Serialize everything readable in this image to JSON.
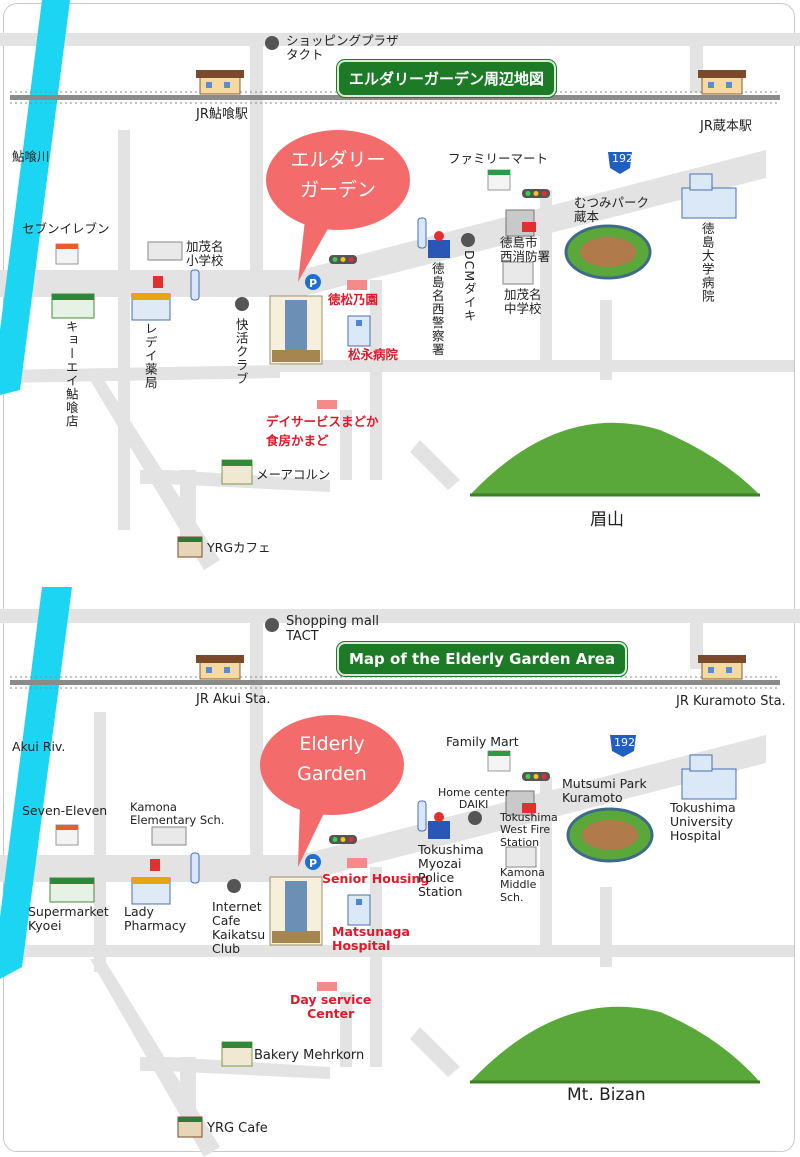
{
  "colors": {
    "road": "#e3e3e3",
    "river": "#1cd5f2",
    "banner": "#1d7a26",
    "bubble": "#f36b6b",
    "accent_red": "#e0182a",
    "hill": "#5aa83a",
    "rail": "#8a8a8a"
  },
  "jp": {
    "title": "エルダリーガーデン周辺地図",
    "bubble": [
      "エルダリー",
      "ガーデン"
    ],
    "tact": [
      "ショッピングプラザ",
      "タクト"
    ],
    "jr_akui": "JR鮎喰駅",
    "jr_kuramoto": "JR蔵本駅",
    "river": "鮎喰川",
    "seven": "セブンイレブン",
    "family": "ファミリーマート",
    "kamona_es": [
      "加茂名",
      "小学校"
    ],
    "kyoei": "キョーエイ鮎喰店",
    "lady": "レデイ薬局",
    "kaikatsu": "快活クラブ",
    "senior": "徳松乃園",
    "hospital": "松永病院",
    "police": "徳島名西警察署",
    "daiki": "DCMダイキ",
    "fire": [
      "徳島市",
      "西消防署"
    ],
    "kamona_ms": [
      "加茂名",
      "中学校"
    ],
    "park": [
      "むつみパーク",
      "蔵本"
    ],
    "univ": "徳島大学病院",
    "day": [
      "デイサービスまどか",
      "食房かまど"
    ],
    "bakery": "メーアコルン",
    "yrg": "YRGカフェ",
    "mt": "眉山",
    "route": "192"
  },
  "en": {
    "title": "Map of the Elderly Garden Area",
    "bubble": [
      "Elderly",
      "Garden"
    ],
    "tact": [
      "Shopping mall",
      "TACT"
    ],
    "jr_akui": "JR Akui Sta.",
    "jr_kuramoto": "JR Kuramoto Sta.",
    "river": "Akui Riv.",
    "seven": "Seven-Eleven",
    "family": "Family Mart",
    "kamona_es": [
      "Kamona",
      "Elementary Sch."
    ],
    "kyoei": [
      "Supermarket",
      "Kyoei"
    ],
    "lady": [
      "Lady",
      "Pharmacy"
    ],
    "kaikatsu": [
      "Internet",
      "Cafe",
      "Kaikatsu",
      "Club"
    ],
    "senior": "Senior Housing",
    "hospital": [
      "Matsunaga",
      "Hospital"
    ],
    "police": [
      "Tokushima",
      "Myozai",
      "Police",
      "Station"
    ],
    "daiki": [
      "Home center",
      "DAIKI"
    ],
    "fire": [
      "Tokushima",
      "West Fire",
      "Station"
    ],
    "kamona_ms": [
      "Kamona",
      "Middle",
      "Sch."
    ],
    "park": [
      "Mutsumi Park",
      "Kuramoto"
    ],
    "univ": [
      "Tokushima",
      "University",
      "Hospital"
    ],
    "day": [
      "Day service",
      "Center"
    ],
    "bakery": "Bakery Mehrkorn",
    "yrg": "YRG Cafe",
    "mt": "Mt. Bizan",
    "route": "192"
  }
}
